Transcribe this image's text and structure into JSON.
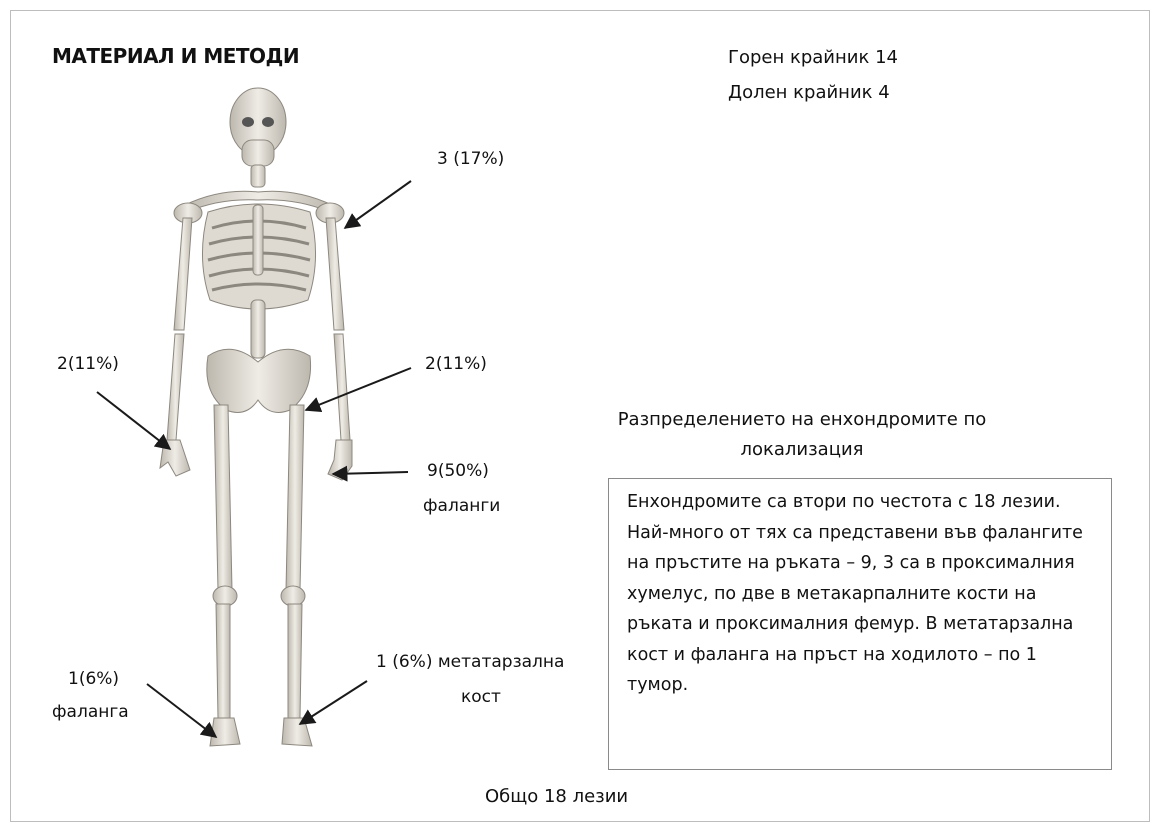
{
  "title": "МАТЕРИАЛ И МЕТОДИ",
  "limbs": {
    "upper": "Горен крайник  14",
    "lower": "Долен крайник   4"
  },
  "labels": {
    "humerus": "3 (17%)",
    "hand_left": "2(11%)",
    "femur": "2(11%)",
    "phalanges_line1": "9(50%)",
    "phalanges_line2": "фаланги",
    "metatarsal_line1": "1 (6%) метатарзална",
    "metatarsal_line2": "кост",
    "foot_phalanx_line1": "1(6%)",
    "foot_phalanx_line2": "фаланга"
  },
  "caption": "Разпределението на енхондромите по локализация",
  "description": "Енхондромите са втори по честота с 18 лезии. Най-много от тях са представени във фалангите на пръстите на ръката – 9, 3 са в проксималния хумелус, по две в метакарпалните кости на ръката и проксималния фемур. В метатарзална кост и фаланга на пръст на ходилото – по 1 тумор.",
  "total": "Общо 18 лезии",
  "colors": {
    "bone": "#e6e3dc",
    "bone_shade": "#b9b4aa",
    "arrow": "#1a1a1a",
    "border": "#8a8a8a"
  }
}
